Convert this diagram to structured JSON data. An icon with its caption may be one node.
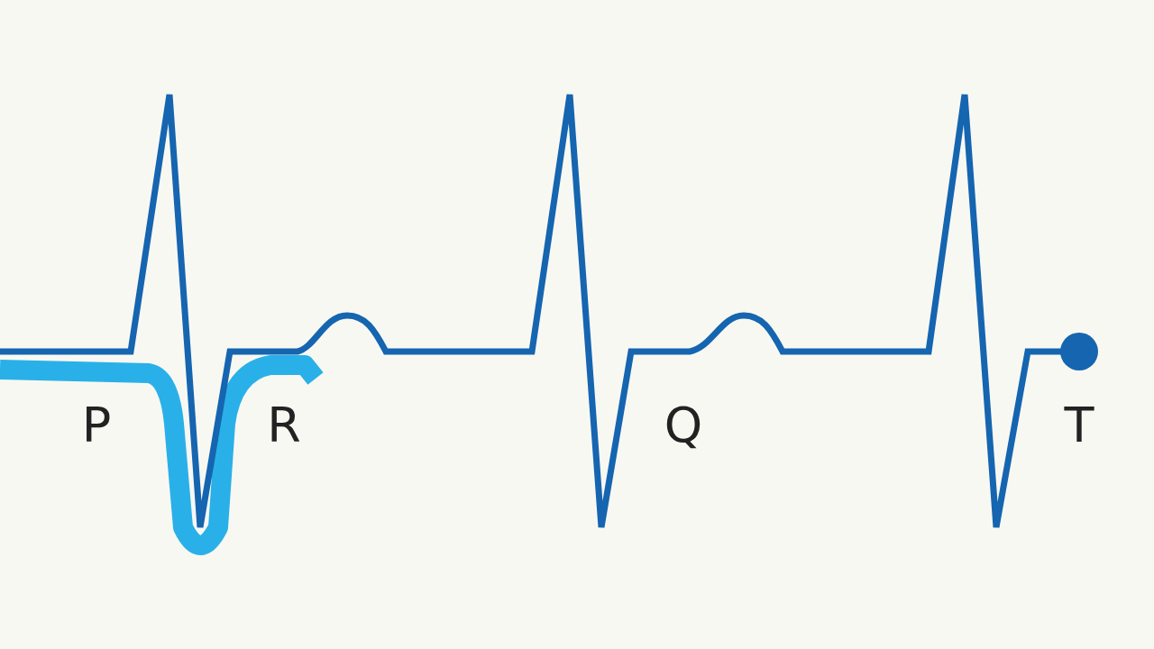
{
  "diagram": {
    "labels": [
      "P",
      "R",
      "Q",
      "T"
    ]
  }
}
